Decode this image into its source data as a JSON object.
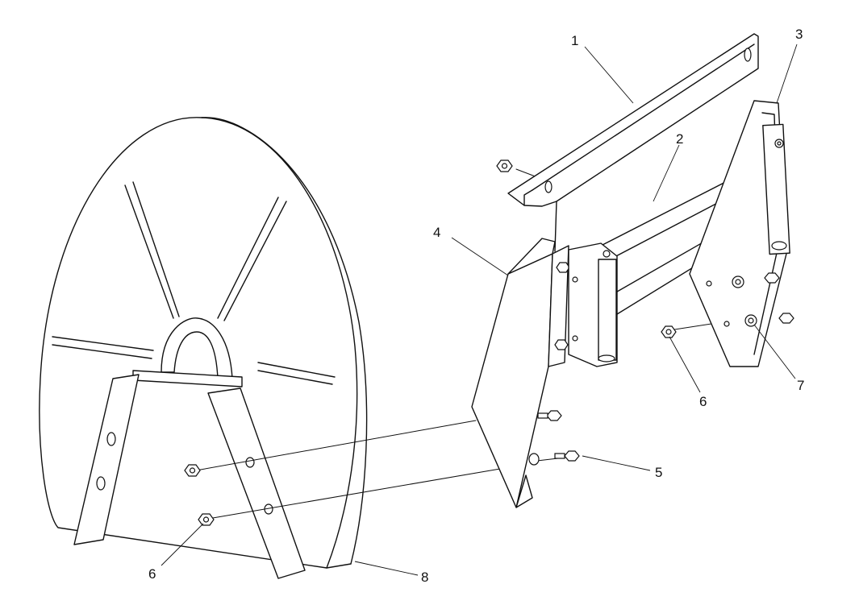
{
  "callouts": {
    "c1": "1",
    "c2": "2",
    "c3": "3",
    "c4": "4",
    "c5": "5",
    "c6a": "6",
    "c6b": "6",
    "c7": "7",
    "c8": "8"
  },
  "colors": {
    "line": "#111111",
    "background": "#ffffff"
  }
}
